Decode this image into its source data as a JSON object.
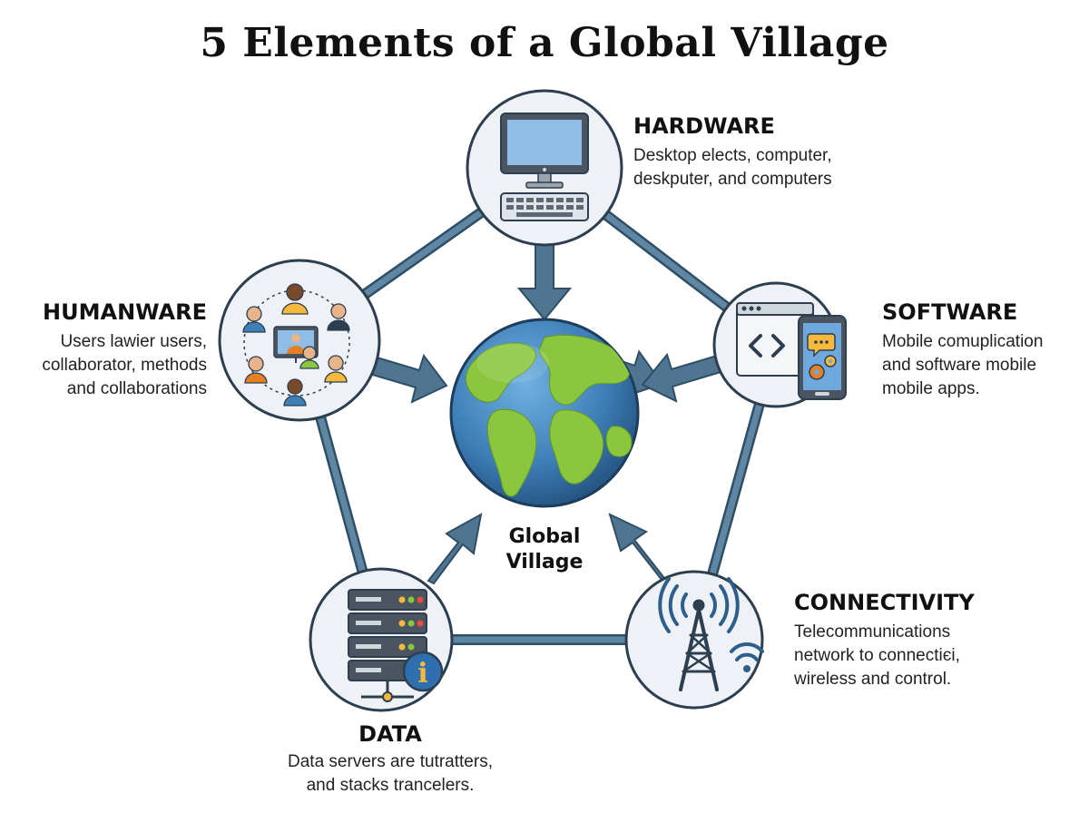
{
  "title": "5 Elements of a Global Village",
  "center": {
    "label": "Global\nVillage",
    "icon": "globe-icon"
  },
  "elements": {
    "hardware": {
      "heading": "HARDWARE",
      "description": "Desktop elects, computer,\ndeskputer, and computers",
      "icon": "desktop-computer-icon"
    },
    "software": {
      "heading": "SOFTWARE",
      "description": "Mobile comuplication\nand software mobile\nmobile apps.",
      "icon": "code-window-and-phone-icon"
    },
    "connectivity": {
      "heading": "CONNECTIVITY",
      "description": "Telecommunications\nnetwork to connectiєi,\nwireless and control.",
      "icon": "cell-tower-icon"
    },
    "data": {
      "heading": "DATA",
      "description": "Data servers are tutratters,\nand stacks trancelers.",
      "icon": "server-stack-icon"
    },
    "humanware": {
      "heading": "HUMANWARE",
      "description": "Users lawier users,\ncollaborator, methods\nand collaborations",
      "icon": "people-network-icon"
    }
  },
  "colors": {
    "connector": "#4f7590",
    "connector_dark": "#2f4f66",
    "node_fill": "#eef2f6",
    "node_stroke": "#2c3e50",
    "ocean": "#3f7fb8",
    "land": "#8cc63f"
  }
}
